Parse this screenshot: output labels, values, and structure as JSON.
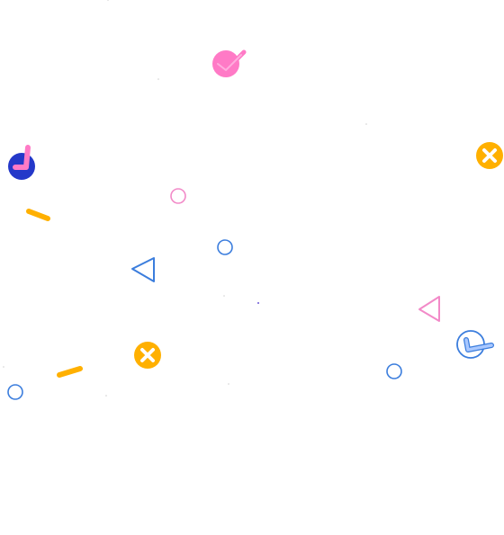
{
  "colors": {
    "background": "#ffffff",
    "pink": "#ff7ac6",
    "pink_outline": "#f28ac8",
    "blue": "#3b7ddd",
    "navy": "#2438c9",
    "yellow": "#ffb000",
    "light_blue": "#a9c8ff"
  },
  "shapes": [
    {
      "kind": "check-blob",
      "color": "pink",
      "icon": "check-icon"
    },
    {
      "kind": "filled-circle-with-mark",
      "color": "navy",
      "icon": "filled-circle-icon"
    },
    {
      "kind": "line",
      "color": "yellow",
      "icon": "dash-icon"
    },
    {
      "kind": "circle-outline",
      "color": "pink_outline",
      "icon": "circle-outline-icon"
    },
    {
      "kind": "circle-outline",
      "color": "blue",
      "icon": "circle-outline-icon"
    },
    {
      "kind": "triangle-outline",
      "color": "blue",
      "icon": "triangle-outline-icon"
    },
    {
      "kind": "x-badge",
      "color": "yellow",
      "icon": "close-badge-icon"
    },
    {
      "kind": "x-badge",
      "color": "yellow",
      "icon": "close-badge-icon"
    },
    {
      "kind": "line",
      "color": "yellow",
      "icon": "dash-icon"
    },
    {
      "kind": "circle-outline",
      "color": "blue",
      "icon": "circle-outline-icon"
    },
    {
      "kind": "triangle-outline",
      "color": "pink_outline",
      "icon": "triangle-outline-icon"
    },
    {
      "kind": "circle-check-outline",
      "color": "blue",
      "icon": "circle-check-icon"
    },
    {
      "kind": "circle-outline",
      "color": "blue",
      "icon": "circle-outline-icon"
    }
  ]
}
